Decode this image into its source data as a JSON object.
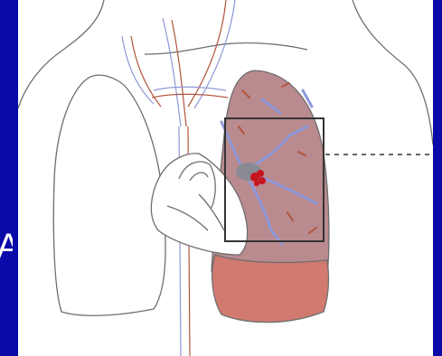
{
  "background_color": "#0a0aa8",
  "panel_color": "#ffffff",
  "side_letter": "A",
  "figure": {
    "icons": [
      "torso-outline",
      "right-lung",
      "left-lung-affected",
      "heart",
      "pulmonary-infarct",
      "blood-clot",
      "zoom-box",
      "callout-line"
    ],
    "colors": {
      "outline": "#6e6e6e",
      "lung_tissue": "#b98a8e",
      "infarct": "#d27a70",
      "vessel_blue": "#8e98d8",
      "artery_red": "#b2553d",
      "clot": "#c8141e",
      "zoom_box": "#333333"
    }
  }
}
